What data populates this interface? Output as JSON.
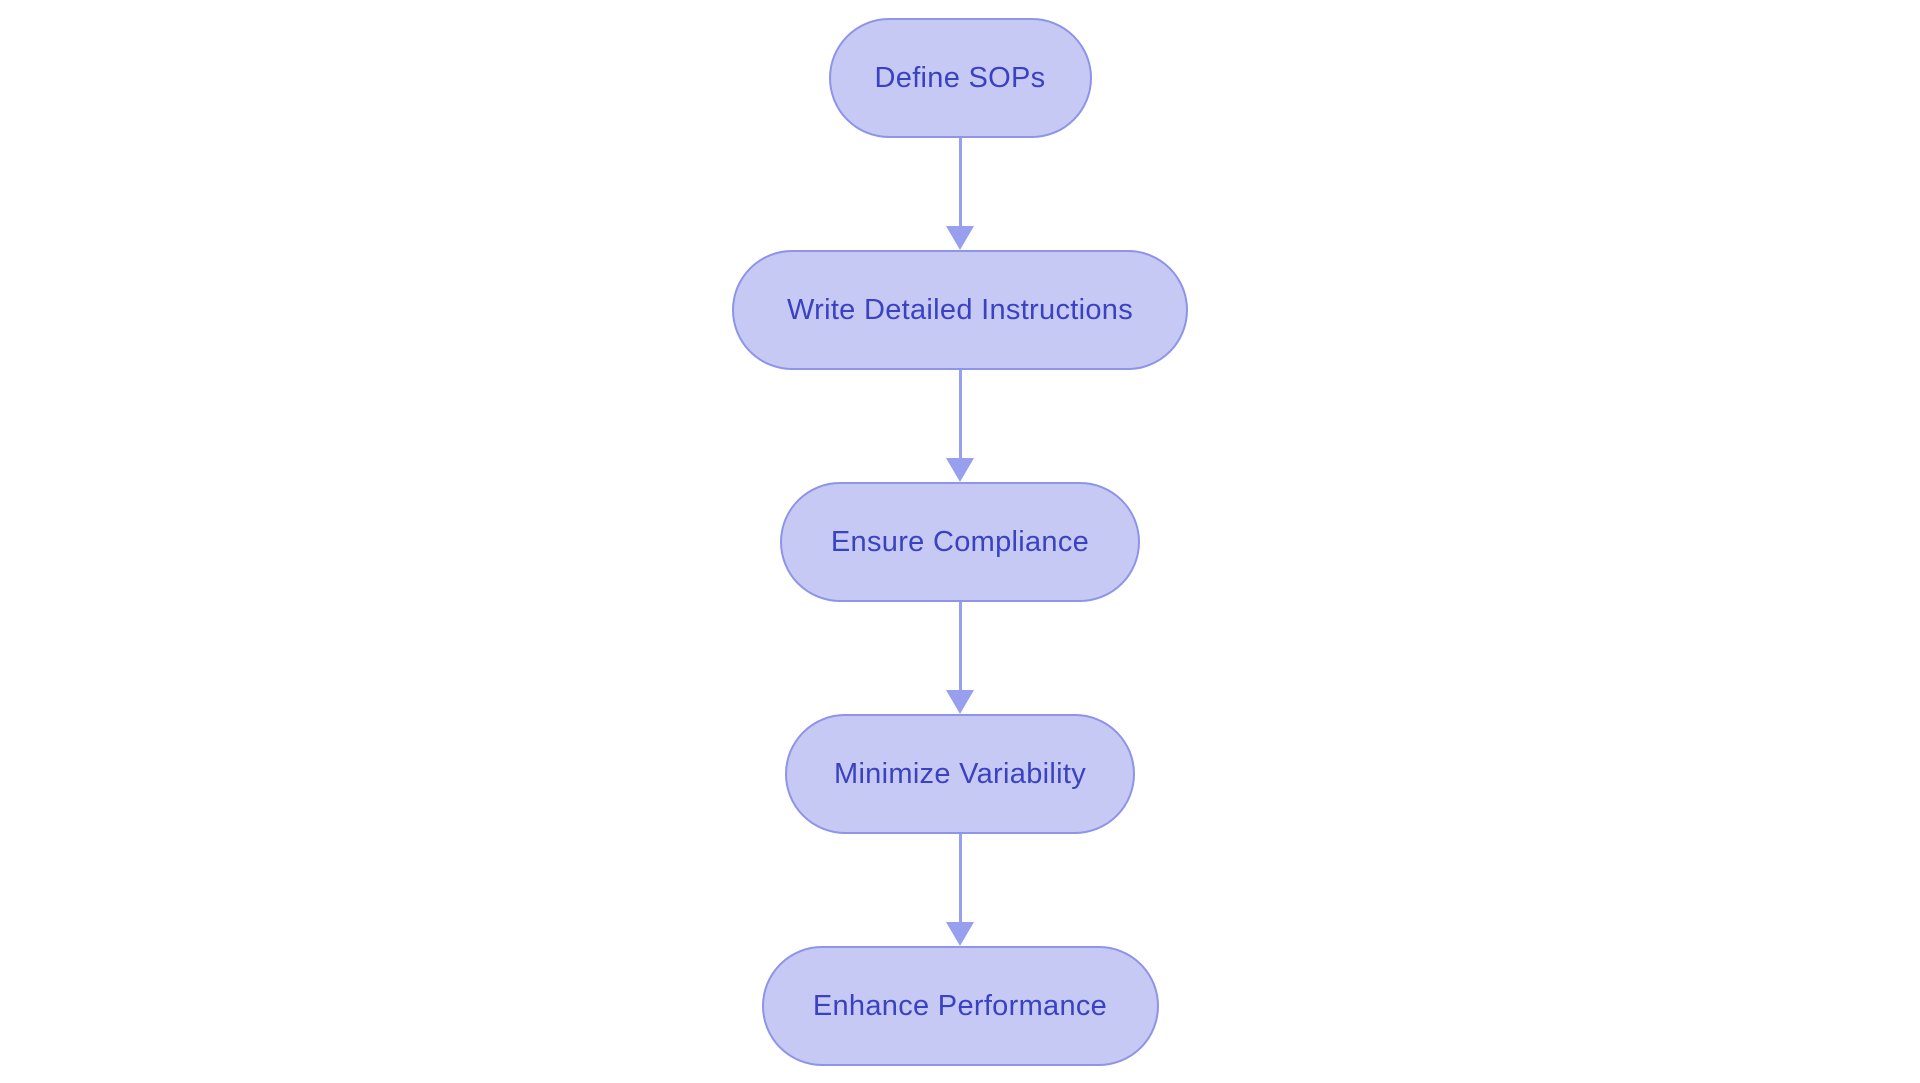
{
  "diagram": {
    "type": "flowchart",
    "direction": "top-to-bottom",
    "nodes": [
      {
        "id": "define-sops",
        "label": "Define SOPs",
        "shape": "pill"
      },
      {
        "id": "write-detailed-instructions",
        "label": "Write Detailed Instructions",
        "shape": "pill"
      },
      {
        "id": "ensure-compliance",
        "label": "Ensure Compliance",
        "shape": "pill"
      },
      {
        "id": "minimize-variability",
        "label": "Minimize Variability",
        "shape": "pill"
      },
      {
        "id": "enhance-performance",
        "label": "Enhance Performance",
        "shape": "pill"
      }
    ],
    "edges": [
      {
        "from": "define-sops",
        "to": "write-detailed-instructions",
        "style": "arrow-down"
      },
      {
        "from": "write-detailed-instructions",
        "to": "ensure-compliance",
        "style": "arrow-down"
      },
      {
        "from": "ensure-compliance",
        "to": "minimize-variability",
        "style": "arrow-down"
      },
      {
        "from": "minimize-variability",
        "to": "enhance-performance",
        "style": "arrow-down"
      }
    ],
    "colors": {
      "background": "#ffffff",
      "node_fill": "#c6c9f3",
      "node_border": "#8d94e9",
      "node_text": "#3a42c1",
      "arrow": "#989fee"
    }
  }
}
